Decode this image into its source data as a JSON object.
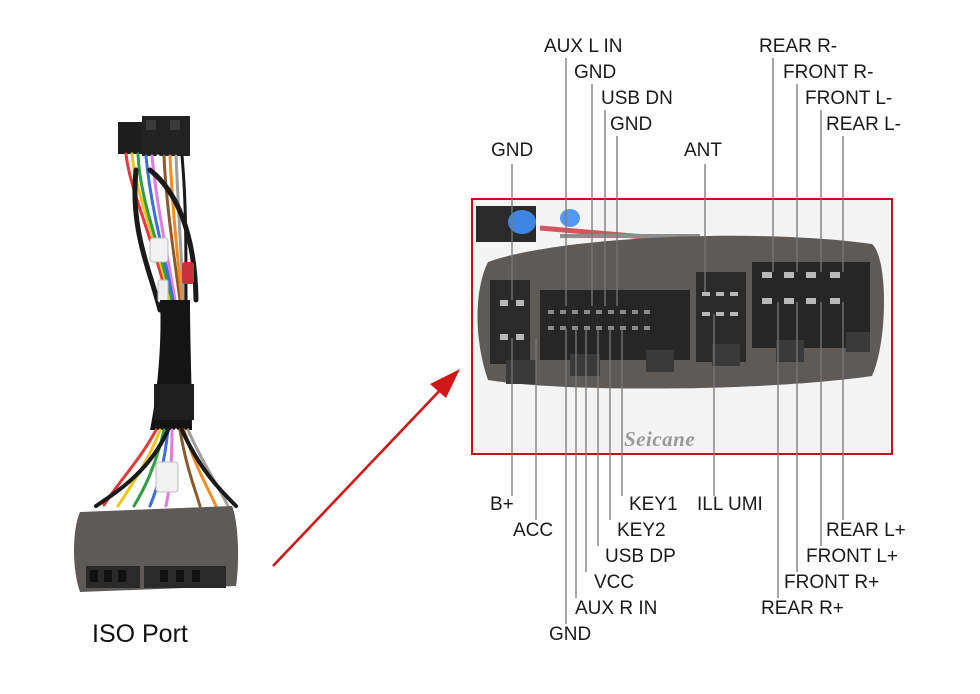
{
  "caption": "ISO Port",
  "brand": "Seicane",
  "colors": {
    "frame": "#c0141b",
    "arrow": "#d01818",
    "foam": "#5e5a57",
    "leader": "#777777"
  },
  "top_labels": [
    "AUX L IN",
    "GND",
    "USB DN",
    "GND",
    "GND",
    "ANT",
    "REAR R-",
    "FRONT R-",
    "FRONT L-",
    "REAR L-"
  ],
  "bottom_labels": [
    "B+",
    "ACC",
    "KEY1",
    "ILL UMI",
    "KEY2",
    "USB DP",
    "VCC",
    "AUX R IN",
    "GND",
    "REAR L+",
    "FRONT L+",
    "FRONT R+",
    "REAR R+"
  ]
}
